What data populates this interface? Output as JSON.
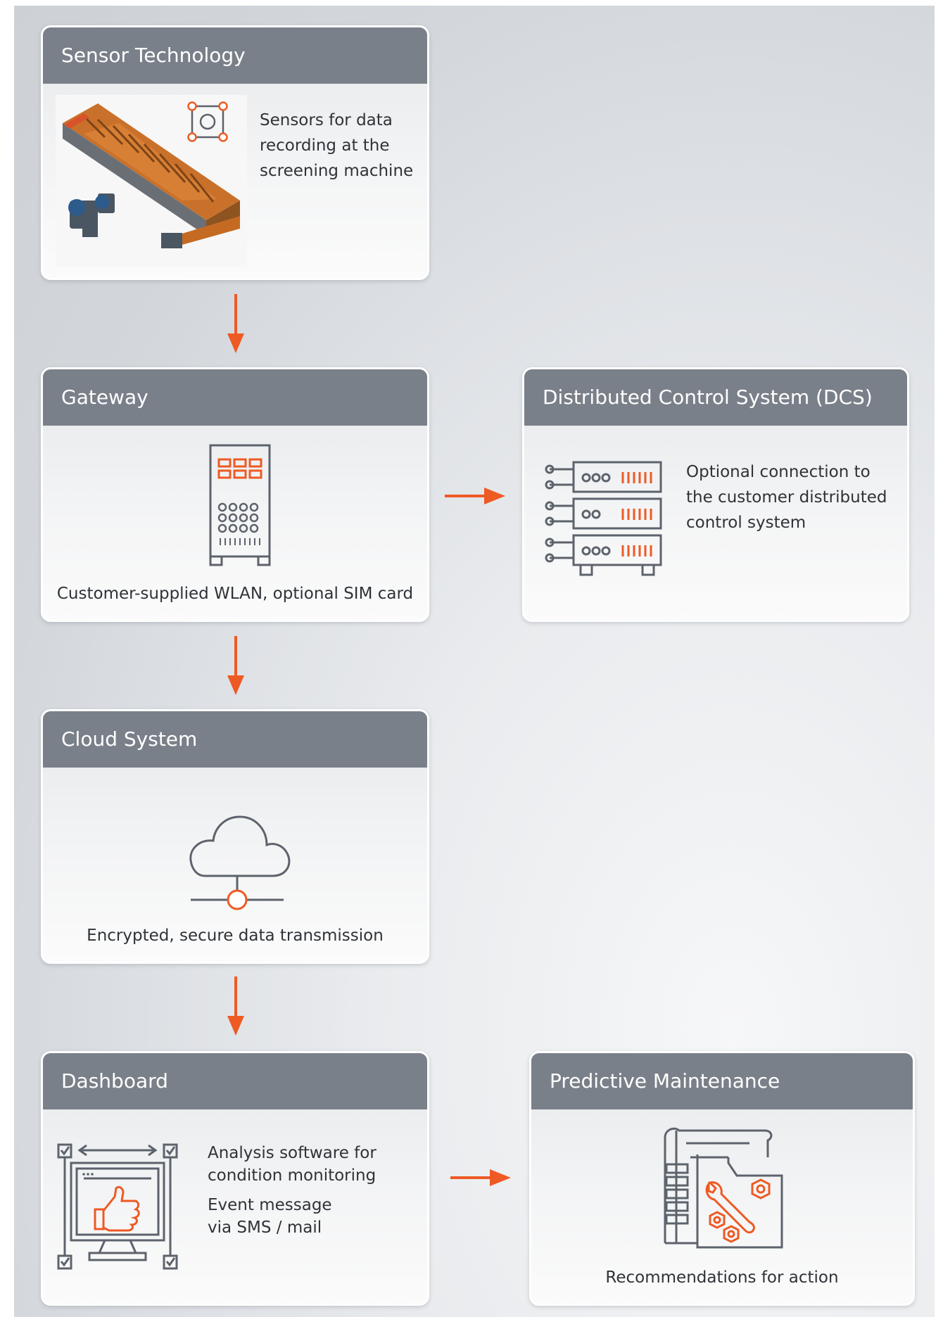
{
  "colors": {
    "accent": "#ee5a24",
    "header": "#7a8089",
    "icon_stroke": "#5d636c",
    "text": "#2f3338"
  },
  "sensor": {
    "title": "Sensor Technology",
    "description": "Sensors for data recording at the screening machine",
    "image": "screening-machine-render"
  },
  "gateway": {
    "title": "Gateway",
    "caption": "Customer-supplied WLAN, optional SIM card",
    "icon": "gateway-cabinet-icon"
  },
  "dcs": {
    "title": "Distributed Control System (DCS)",
    "description": "Optional connection to the customer distributed control system",
    "icon": "server-rack-icon"
  },
  "cloud": {
    "title": "Cloud System",
    "caption": "Encrypted, secure data transmission",
    "icon": "cloud-network-icon"
  },
  "dashboard": {
    "title": "Dashboard",
    "line1": "Analysis software for condition monitoring",
    "line2": "Event message via SMS / mail",
    "icon": "monitor-thumbs-up-icon"
  },
  "predictive": {
    "title": "Predictive Maintenance",
    "caption": "Recommendations for action",
    "icon": "document-wrench-icon"
  }
}
